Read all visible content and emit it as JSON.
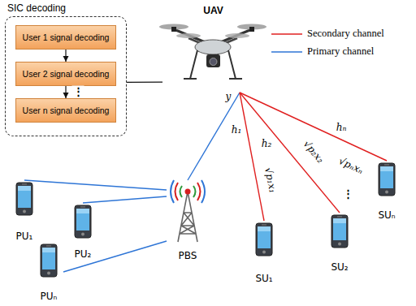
{
  "diagram": {
    "nodes": [
      {
        "text": [
          "SIC decoding"
        ]
      },
      {
        "text": [
          "User 1 signal decoding"
        ],
        "in": 0
      },
      {
        "text": [
          "User 2 signal decoding"
        ],
        "in": 0
      },
      {
        "text": [
          "User n signal decoding"
        ],
        "in": 0
      },
      {
        "text": [
          "UAV"
        ]
      },
      {
        "text": [
          "PBS"
        ]
      },
      {
        "text": [
          "PU₁"
        ]
      },
      {
        "text": [
          "PU₂"
        ]
      },
      {
        "text": [
          "PUₙ"
        ]
      },
      {
        "text": [
          "SU₁"
        ]
      },
      {
        "text": [
          "SU₂"
        ]
      },
      {
        "text": [
          "SUₙ"
        ]
      }
    ],
    "edges": [
      {
        "from": 1,
        "to": 2,
        "arrow": "to"
      },
      {
        "from": 2,
        "to": 3,
        "arrow": "to"
      },
      {
        "from": 0,
        "to": 4,
        "arrow": "none"
      },
      {
        "from": 5,
        "to": 4,
        "arrow": "none"
      },
      {
        "from": 6,
        "to": 5,
        "arrow": "none"
      },
      {
        "from": 7,
        "to": 5,
        "arrow": "none"
      },
      {
        "from": 8,
        "to": 5,
        "arrow": "none"
      },
      {
        "from": 9,
        "to": 4,
        "arrow": "none"
      },
      {
        "from": 10,
        "to": 4,
        "arrow": "none"
      },
      {
        "from": 11,
        "to": 4,
        "arrow": "none"
      }
    ],
    "labels": [
      "y",
      "h₁",
      "h₂",
      "hₙ",
      "√p₁x₁",
      "√p₂x₂",
      "√pₙxₙ",
      "⋮",
      "⋮"
    ],
    "legend": [
      {
        "text": "Secondary channel"
      },
      {
        "text": "Primary channel"
      }
    ]
  }
}
